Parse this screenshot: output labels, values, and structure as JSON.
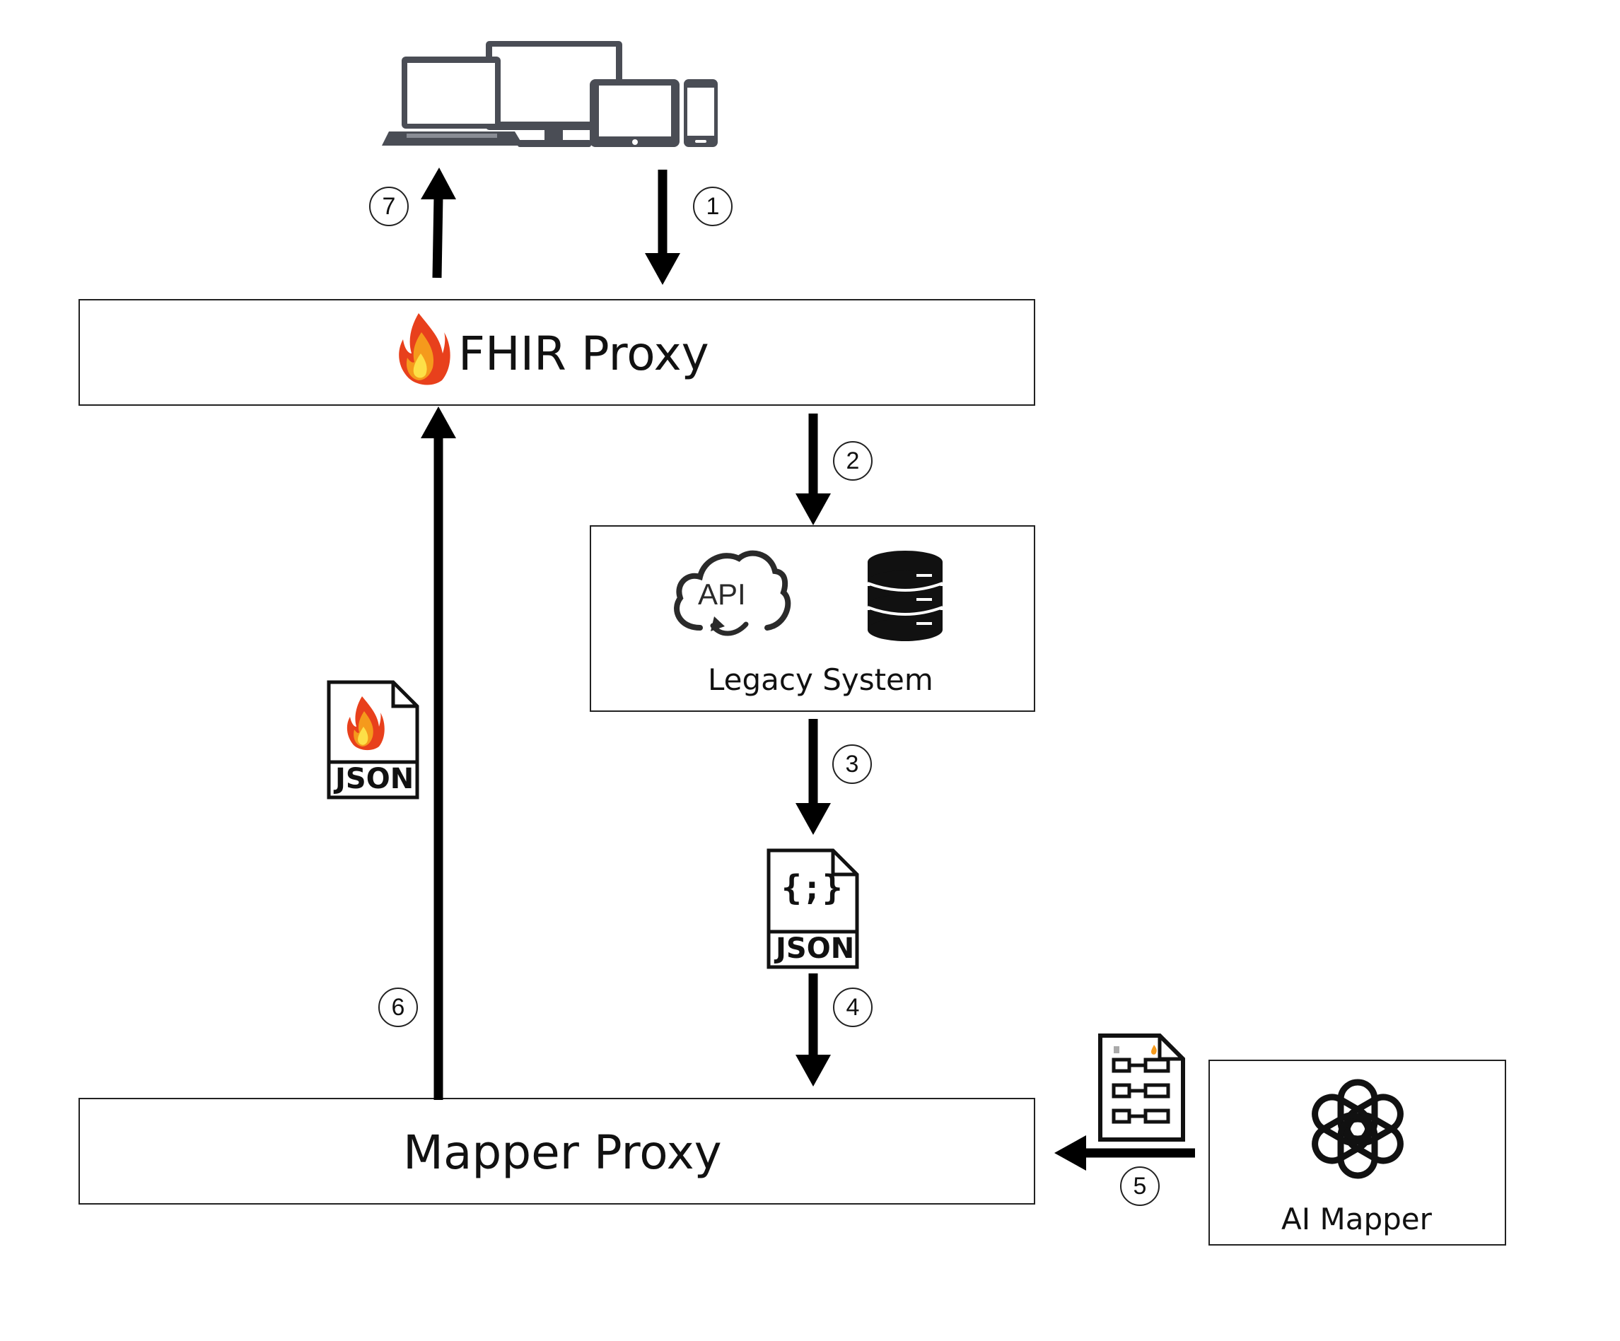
{
  "nodes": {
    "fhir_proxy": {
      "label": "FHIR Proxy"
    },
    "legacy_system": {
      "label": "Legacy System",
      "api_icon_text": "API"
    },
    "mapper_proxy": {
      "label": "Mapper Proxy"
    },
    "ai_mapper": {
      "label": "AI Mapper"
    },
    "client_devices": {
      "icon": "devices-icon"
    }
  },
  "documents": {
    "fhir_json": {
      "label": "JSON",
      "icon": "fhir-flame-icon"
    },
    "raw_json": {
      "label": "JSON",
      "symbol": "{;}"
    },
    "mapping_doc": {
      "icon": "mapping-document-icon"
    }
  },
  "steps": [
    "1",
    "2",
    "3",
    "4",
    "5",
    "6",
    "7"
  ],
  "colors": {
    "line": "#000000",
    "flame_outer": "#e8401c",
    "flame_mid": "#f59a1c",
    "flame_inner": "#fde047"
  }
}
